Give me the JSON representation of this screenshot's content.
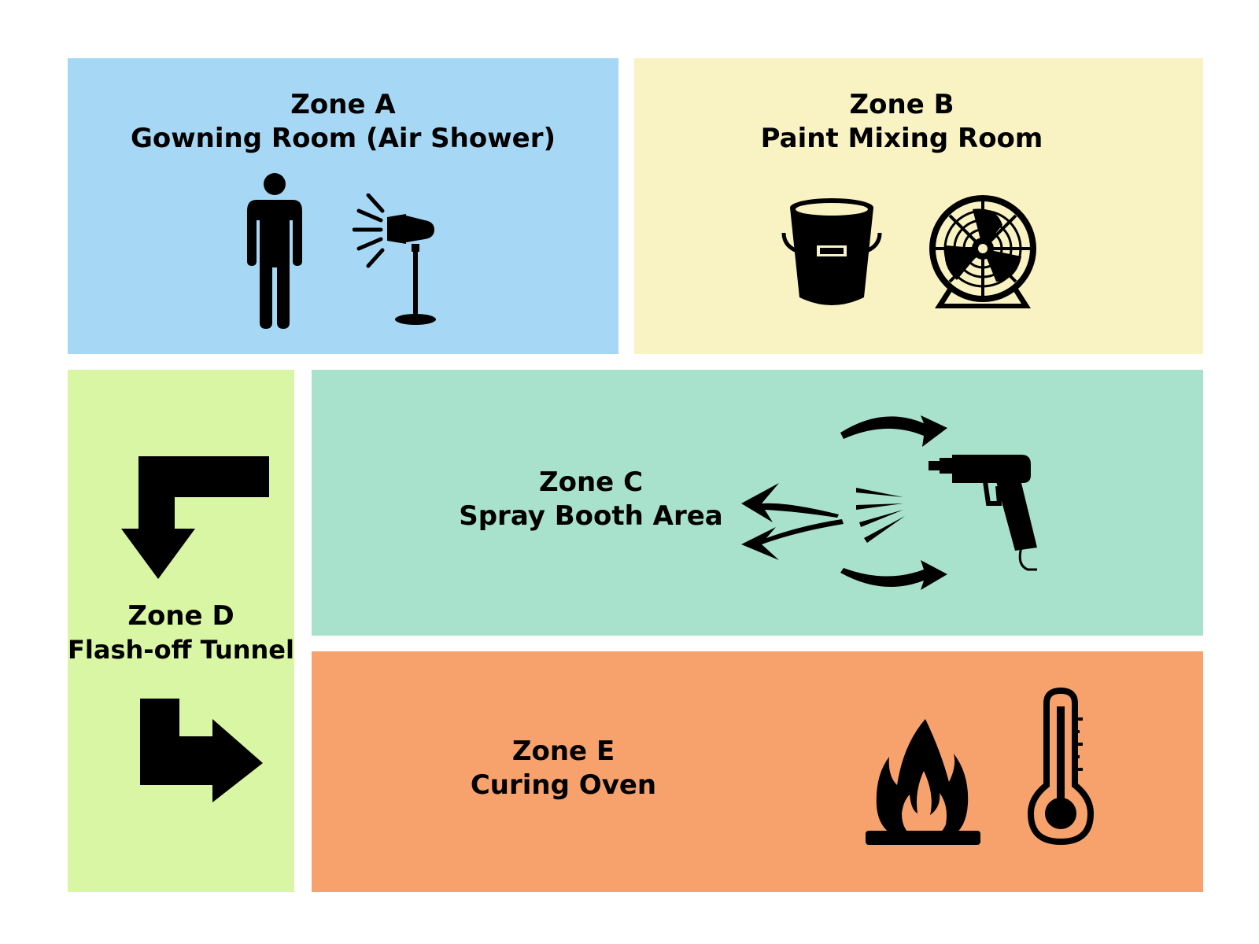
{
  "colors": {
    "zone_a": "#a6d8f5",
    "zone_b": "#f9f3c3",
    "zone_c": "#a8e1cc",
    "zone_d": "#d9f6a4",
    "zone_e": "#f7a26c",
    "icon": "#000000"
  },
  "zones": {
    "a": {
      "label": "Zone A",
      "name": "Gowning Room (Air Shower)",
      "icons": [
        "person-icon",
        "air-shower-nozzle-icon"
      ]
    },
    "b": {
      "label": "Zone B",
      "name": "Paint Mixing Room",
      "icons": [
        "paint-bucket-icon",
        "exhaust-fan-icon"
      ]
    },
    "c": {
      "label": "Zone C",
      "name": "Spray Booth Area",
      "icons": [
        "spray-gun-icon",
        "airflow-arrows-icon"
      ]
    },
    "d": {
      "label": "Zone D",
      "name": "Flash-off Tunnel",
      "icons": [
        "turn-down-arrow-icon",
        "turn-right-arrow-icon"
      ]
    },
    "e": {
      "label": "Zone E",
      "name": "Curing Oven",
      "icons": [
        "flame-icon",
        "thermometer-icon"
      ]
    }
  }
}
